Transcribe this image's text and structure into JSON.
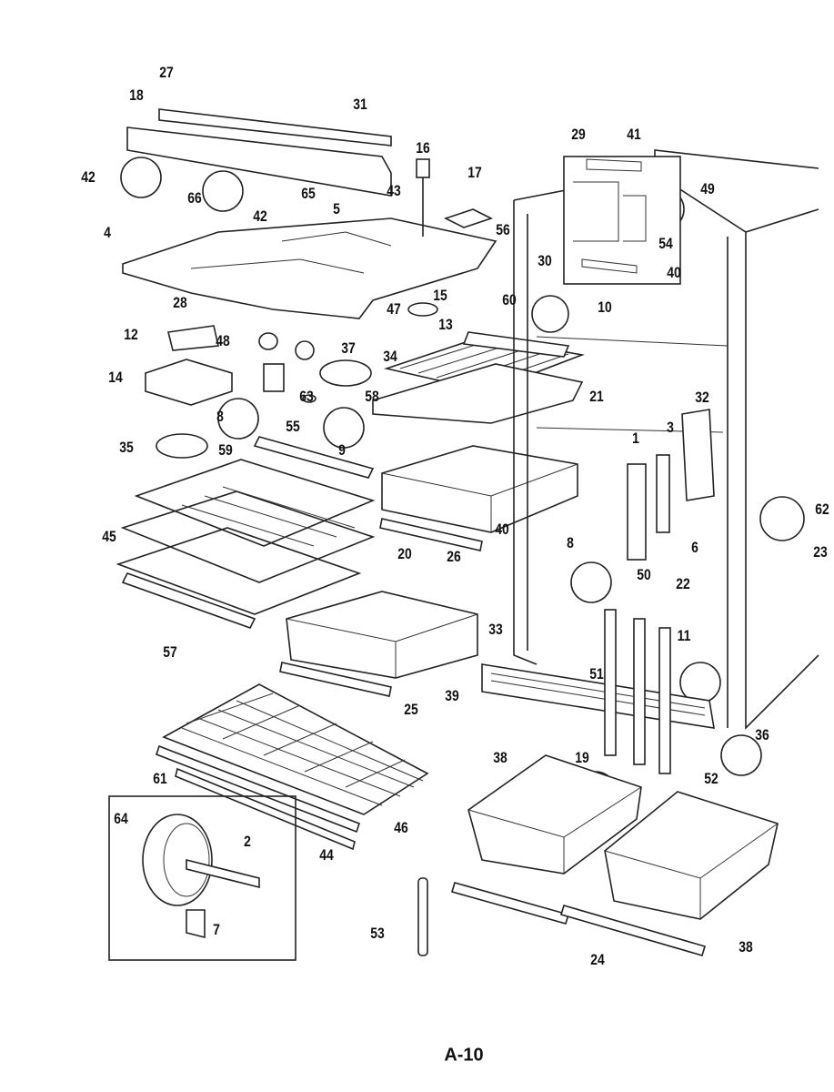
{
  "diagram": {
    "type": "exploded parts diagram",
    "part_labels": [
      "27",
      "18",
      "31",
      "16",
      "17",
      "29",
      "41",
      "49",
      "42",
      "66",
      "65",
      "43",
      "5",
      "42",
      "4",
      "56",
      "54",
      "30",
      "40",
      "28",
      "15",
      "60",
      "10",
      "47",
      "13",
      "12",
      "48",
      "37",
      "34",
      "14",
      "63",
      "58",
      "21",
      "32",
      "3",
      "8",
      "55",
      "1",
      "9",
      "35",
      "59",
      "62",
      "23",
      "45",
      "40",
      "20",
      "26",
      "8",
      "6",
      "50",
      "22",
      "57",
      "33",
      "51",
      "11",
      "39",
      "25",
      "38",
      "19",
      "36",
      "52",
      "64",
      "2",
      "61",
      "46",
      "44",
      "7",
      "53",
      "24",
      "38"
    ],
    "page_number": "A-10"
  }
}
